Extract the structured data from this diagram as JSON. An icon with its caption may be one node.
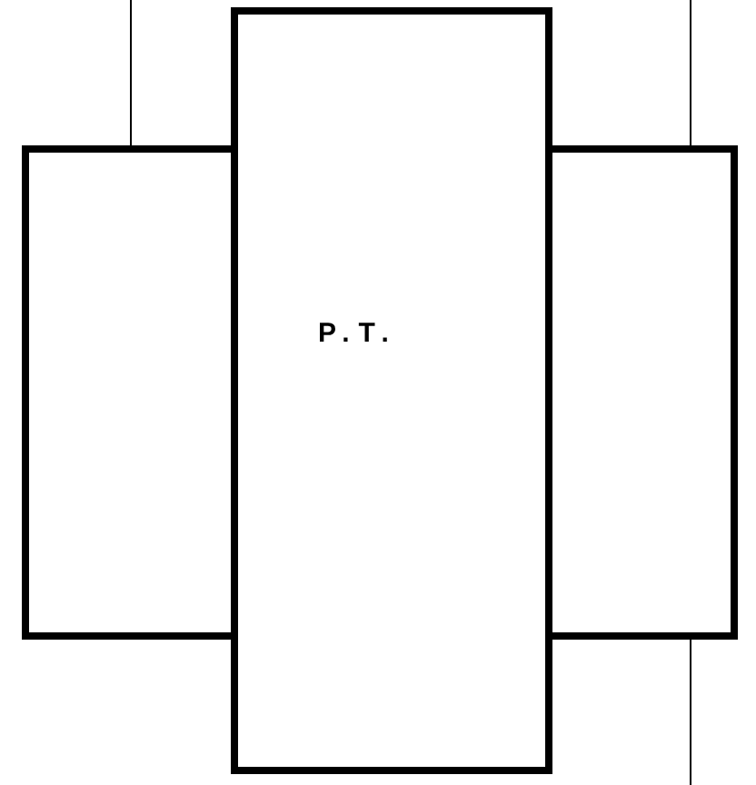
{
  "diagram": {
    "nodes": [
      {
        "text": [],
        "shape": "box"
      },
      {
        "text": [
          "P.T."
        ]
      },
      {
        "text": [],
        "shape": "box"
      }
    ],
    "edges": [
      {
        "from": null,
        "to": 0,
        "arrow": "none"
      },
      {
        "from": null,
        "to": 2,
        "arrow": "none"
      },
      {
        "from": 2,
        "to": null,
        "arrow": "none"
      }
    ]
  }
}
